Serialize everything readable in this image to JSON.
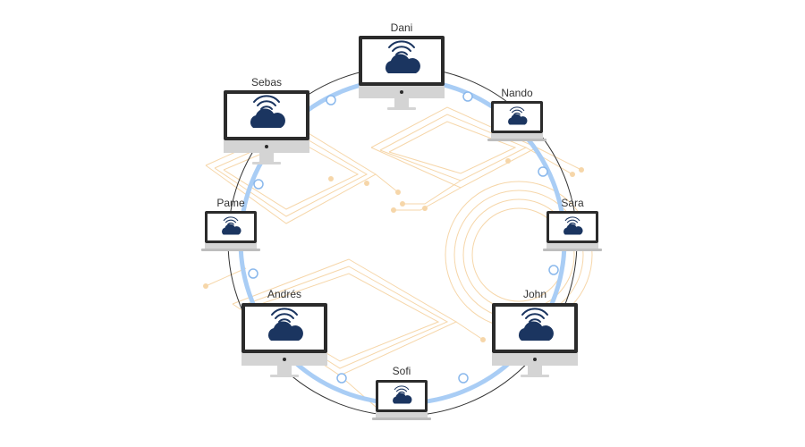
{
  "colors": {
    "ring": "#a9cdf5",
    "ring_outline": "#333333",
    "connector_fill": "#ffffff",
    "connector_stroke": "#8ab8ec",
    "circuit": "#f3c98d",
    "monitor_frame": "#2b2b2b",
    "monitor_stand": "#d4d4d4",
    "cloud": "#1b3560"
  },
  "icons": {
    "node_icon": "wireless-cloud-icon"
  },
  "nodes": [
    {
      "label": "Dani"
    },
    {
      "label": "Nando"
    },
    {
      "label": "Sara"
    },
    {
      "label": "John"
    },
    {
      "label": "Sofi"
    },
    {
      "label": "Andrés"
    },
    {
      "label": "Pame"
    },
    {
      "label": "Sebas"
    }
  ]
}
